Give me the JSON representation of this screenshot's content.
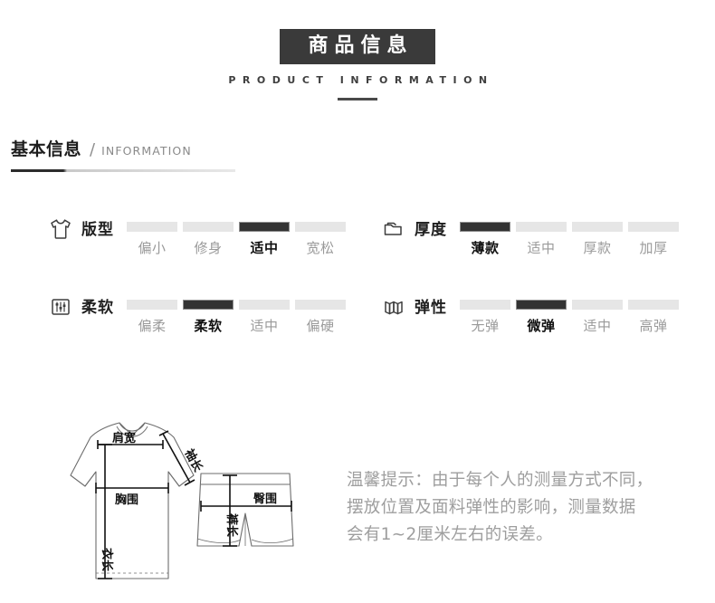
{
  "header": {
    "title_cn": "商品信息",
    "title_en": "PRODUCT INFORMATION"
  },
  "section": {
    "title_cn": "基本信息",
    "separator": "/",
    "title_en": "INFORMATION"
  },
  "attributes": [
    {
      "icon": "tshirt-icon",
      "name": "版型",
      "options": [
        "偏小",
        "修身",
        "适中",
        "宽松"
      ],
      "selected_index": 2,
      "selected_value": "适中"
    },
    {
      "icon": "fabric-fold-icon",
      "name": "厚度",
      "options": [
        "薄款",
        "适中",
        "厚款",
        "加厚"
      ],
      "selected_index": 0,
      "selected_value": "薄款"
    },
    {
      "icon": "slider-icon",
      "name": "柔软",
      "options": [
        "偏柔",
        "柔软",
        "适中",
        "偏硬"
      ],
      "selected_index": 1,
      "selected_value": "柔软"
    },
    {
      "icon": "accordion-fold-icon",
      "name": "弹性",
      "options": [
        "无弹",
        "微弹",
        "适中",
        "高弹"
      ],
      "selected_index": 1,
      "selected_value": "微弹"
    }
  ],
  "diagram": {
    "top_labels": {
      "shoulder": "肩宽",
      "sleeve": "袖长",
      "chest": "胸围",
      "length": "衣长"
    },
    "bottom_labels": {
      "hip": "臀围",
      "pants_length": "裤长"
    }
  },
  "tip": {
    "line1": "温馨提示：由于每个人的测量方式不同，",
    "line2": "摆放位置及面料弹性的影响，测量数据",
    "line3": "会有1~2厘米左右的误差。"
  },
  "colors": {
    "banner_bg": "#3a3a3a",
    "active_segment": "#333333",
    "inactive_segment": "#e6e6e6",
    "muted_text": "#9a9a9a",
    "tip_text": "#9e9e9e"
  }
}
